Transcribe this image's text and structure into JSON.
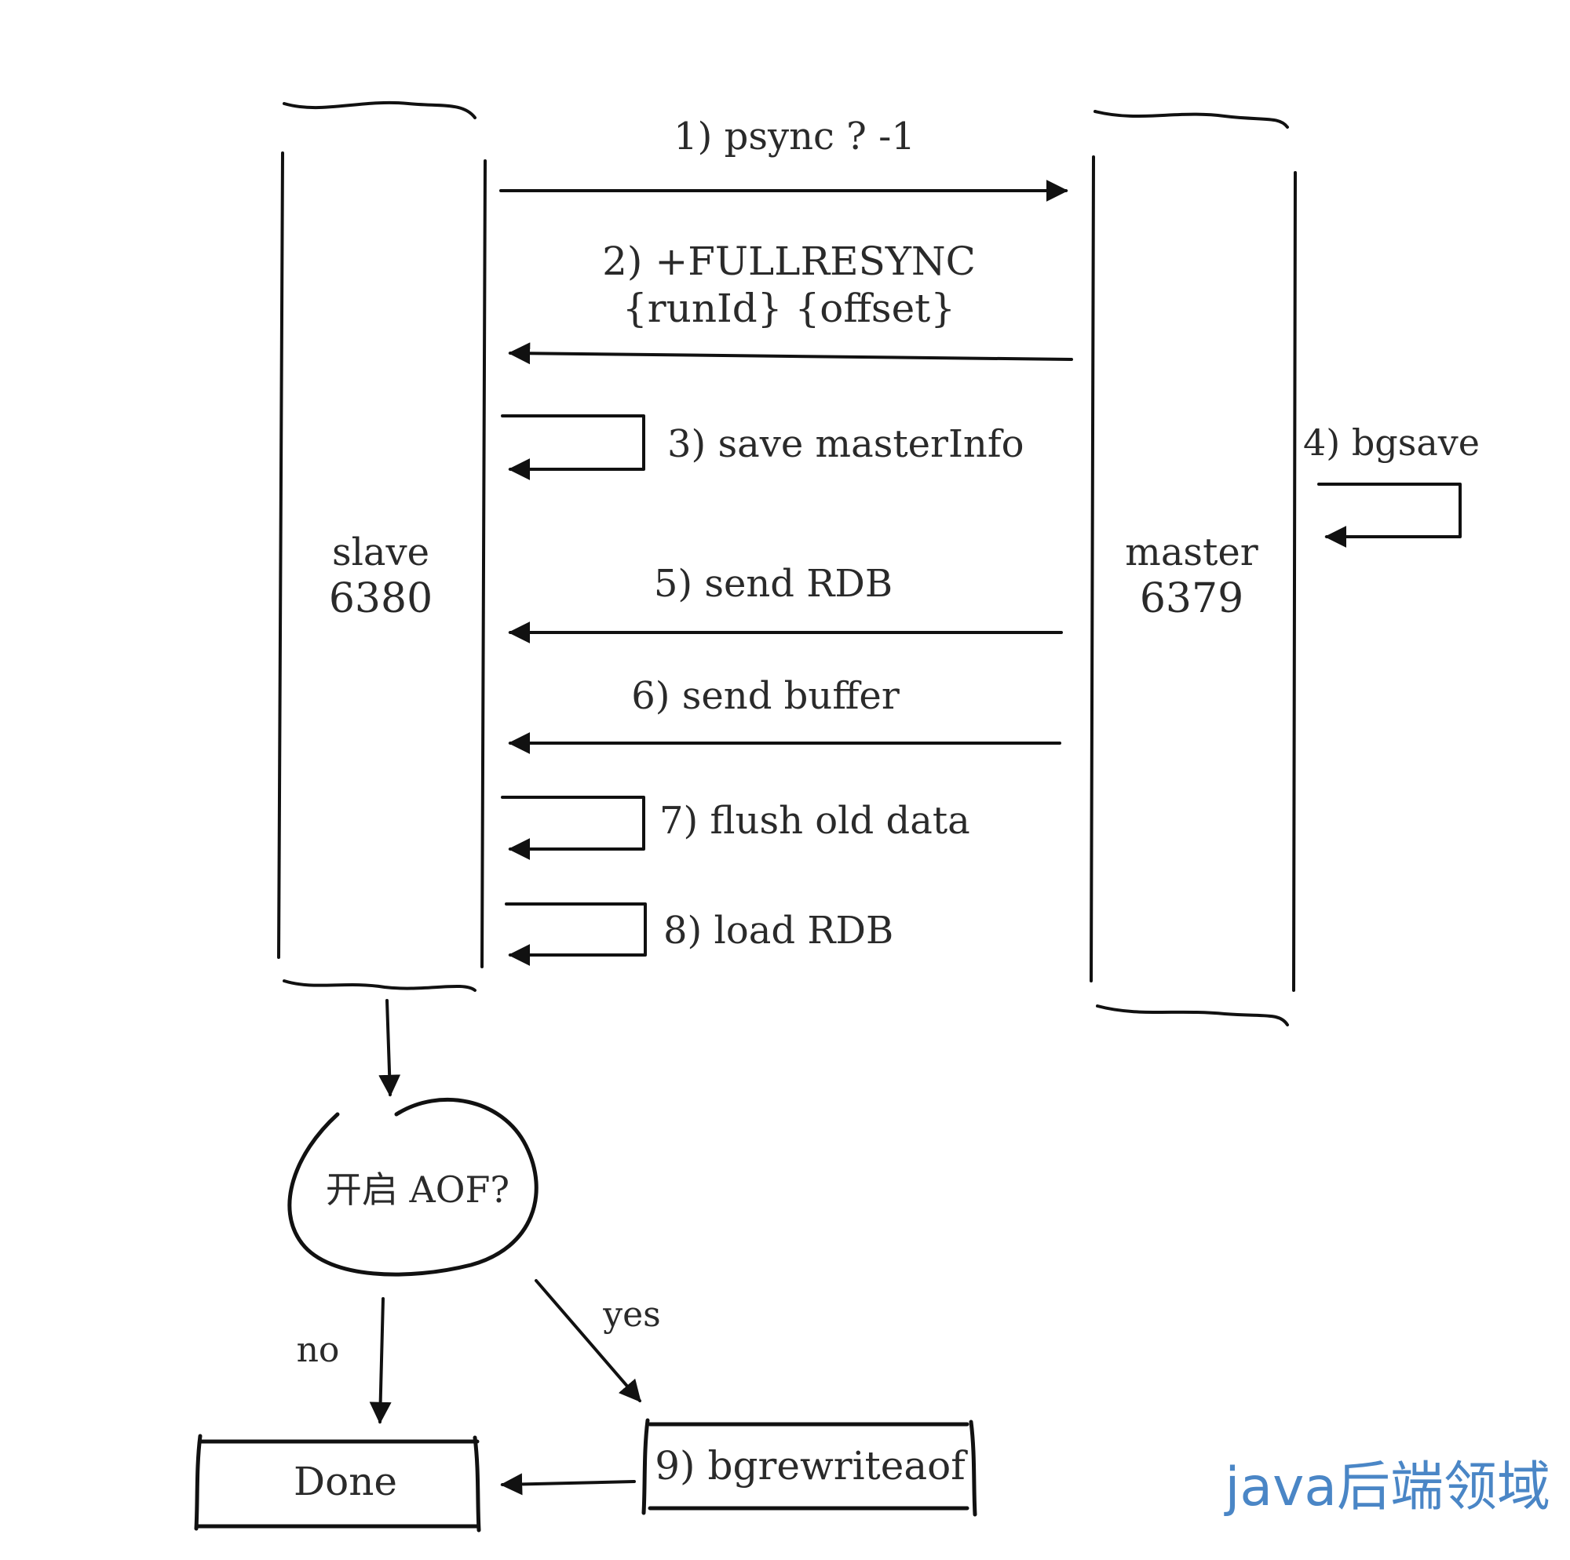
{
  "nodes": {
    "slave": {
      "name": "slave",
      "port": "6380"
    },
    "master": {
      "name": "master",
      "port": "6379"
    }
  },
  "steps": {
    "s1": "1) psync ? -1",
    "s2_line1": "2) +FULLRESYNC",
    "s2_line2": "{runId} {offset}",
    "s3": "3) save masterInfo",
    "s4": "4) bgsave",
    "s5": "5) send RDB",
    "s6": "6) send buffer",
    "s7": "7) flush old data",
    "s8": "8) load RDB",
    "s9": "9) bgrewriteaof"
  },
  "decision": {
    "question": "开启 AOF?",
    "yes_label": "yes",
    "no_label": "no"
  },
  "end_box": {
    "label": "Done"
  },
  "watermark": {
    "text": "java后端领域",
    "color": "#4a86c6"
  },
  "colors": {
    "line": "#111111",
    "text": "#2a2a2a"
  }
}
